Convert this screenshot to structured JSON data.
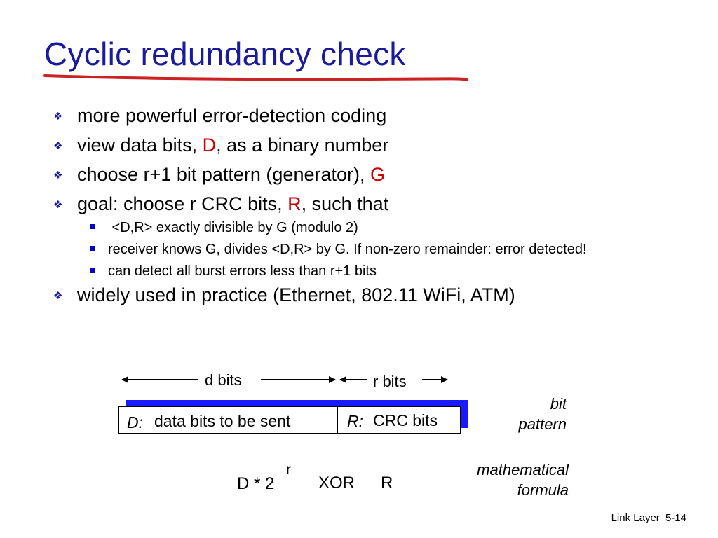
{
  "title": "Cyclic redundancy check",
  "bullets": {
    "b1": "more powerful error-detection coding",
    "b2_pre": "view data bits, ",
    "b2_red": "D",
    "b2_post": ", as a binary number",
    "b3_pre": "choose r+1 bit pattern (generator), ",
    "b3_red": "G",
    "b4_pre": "goal: choose r CRC bits, ",
    "b4_red": "R",
    "b4_post": ", such that",
    "sub1": " <D,R> exactly divisible by G (modulo 2)",
    "sub2": "receiver knows G, divides <D,R> by G.  If non-zero remainder: error detected!",
    "sub3": "can detect all burst errors less than r+1 bits",
    "b5": "widely used in practice (Ethernet, 802.11 WiFi, ATM)"
  },
  "diagram": {
    "d_bits": "d bits",
    "r_bits": "r bits",
    "d_prefix": "D:",
    "d_label": "data bits to be sent",
    "r_prefix": "R:",
    "r_label": "CRC bits",
    "bit_pattern_1": "bit",
    "bit_pattern_2": "pattern",
    "formula_d": "D * 2",
    "formula_exp": "r",
    "formula_xor": "XOR",
    "formula_r": "R",
    "math_formula_1": "mathematical",
    "math_formula_2": "formula"
  },
  "footer": {
    "section": "Link Layer",
    "page": "5-14"
  },
  "colors": {
    "title": "#1a1a9c",
    "underline": "#cc2222",
    "highlight": "#cc0000",
    "bar": "#1a1aff",
    "sub_bullet": "#0000c8"
  }
}
